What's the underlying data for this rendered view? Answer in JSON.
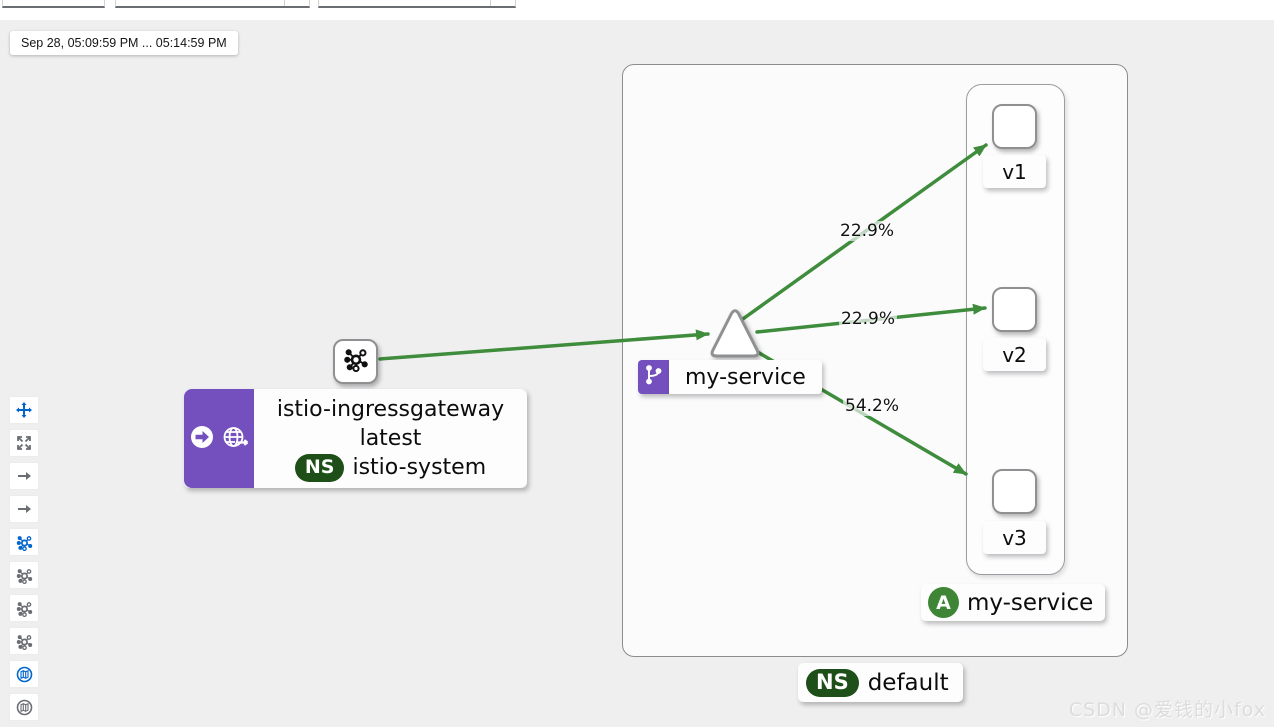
{
  "time_range_label": "Sep 28, 05:09:59 PM ... 05:14:59 PM",
  "toolbar": {
    "buttons": [
      {
        "icon": "move-icon",
        "active": true
      },
      {
        "icon": "expand-arrows-icon",
        "active": false
      },
      {
        "icon": "arrow-right-icon",
        "active": false
      },
      {
        "icon": "arrow-right-icon",
        "active": false
      },
      {
        "icon": "topology-icon",
        "active": true
      },
      {
        "icon": "topology-icon",
        "active": false
      },
      {
        "icon": "topology-icon",
        "active": false
      },
      {
        "icon": "topology-icon",
        "active": false
      },
      {
        "icon": "legend-icon",
        "active": true
      },
      {
        "icon": "legend-icon",
        "active": false
      }
    ]
  },
  "graph": {
    "gateway_node": {
      "title": "istio-ingressgateway",
      "version": "latest",
      "namespace_badge": "NS",
      "namespace": "istio-system"
    },
    "service_node": {
      "label": "my-service"
    },
    "workload_versions": [
      "v1",
      "v2",
      "v3"
    ],
    "app_group": {
      "badge": "A",
      "label": "my-service"
    },
    "namespace_group": {
      "badge": "NS",
      "label": "default"
    },
    "edge_labels": {
      "to_v1": "22.9%",
      "to_v2": "22.9%",
      "to_v3": "54.2%"
    }
  },
  "colors": {
    "edge_green": "#3e8c3c",
    "node_purple": "#7450be",
    "ns_badge_green": "#1e4f18",
    "app_badge_green": "#3e8635",
    "toolbar_active_blue": "#0066cc"
  },
  "watermark": "CSDN @爱钱的小fox"
}
